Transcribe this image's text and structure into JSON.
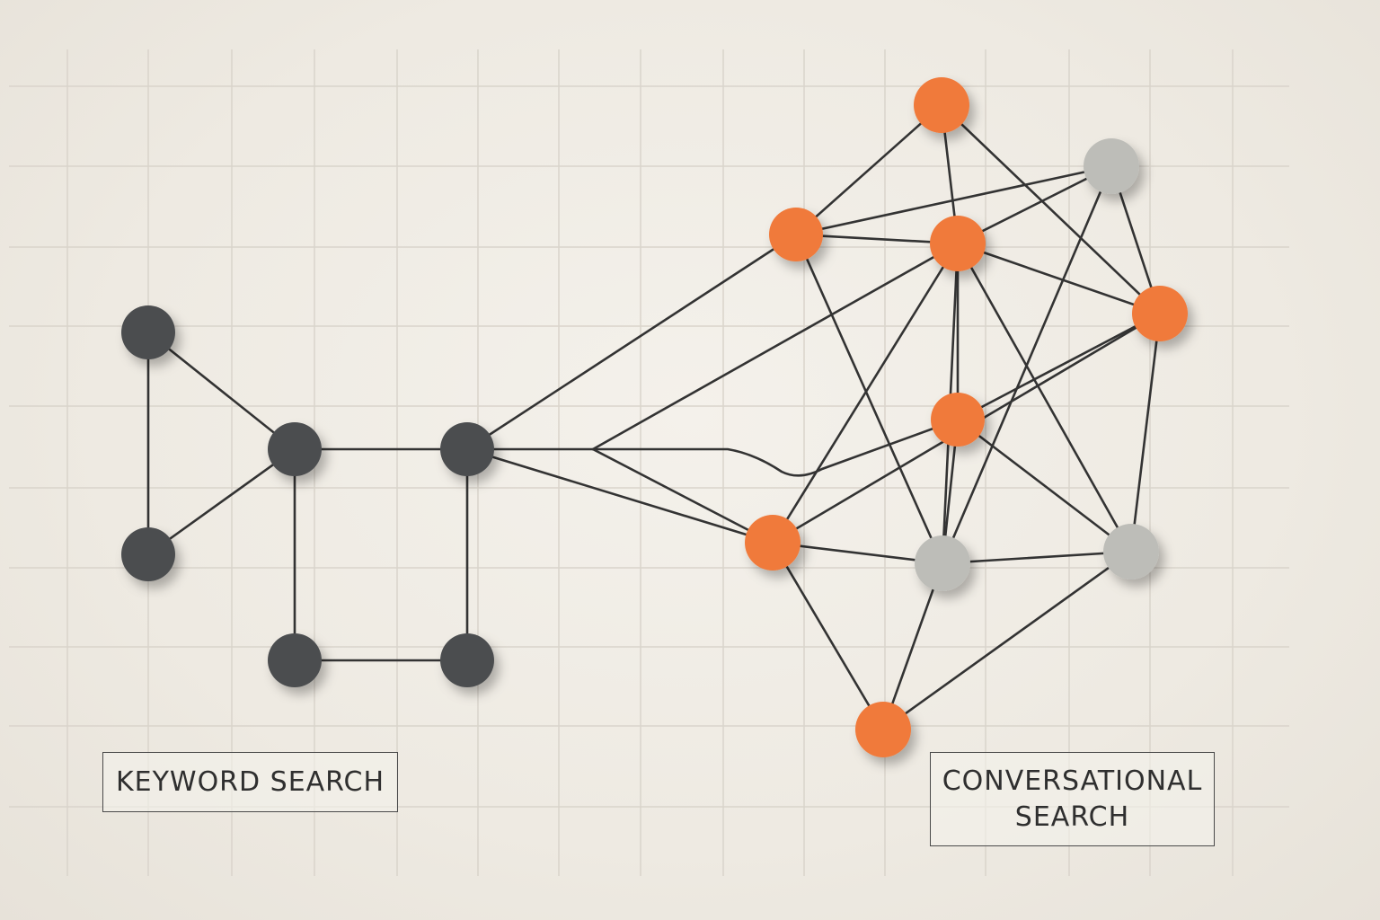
{
  "labels": {
    "keyword": "KEYWORD SEARCH",
    "conversational_line1": "CONVERSATIONAL",
    "conversational_line2": "SEARCH"
  },
  "colors": {
    "background": "#efebe3",
    "grid": "#d9d4cb",
    "edge": "#333333",
    "node_dark": "#4b4d50",
    "node_orange": "#f07a3a",
    "node_gray": "#bdbdb8"
  },
  "graphs": {
    "keyword_search": {
      "nodes": [
        {
          "id": "k1",
          "color": "node_dark"
        },
        {
          "id": "k2",
          "color": "node_dark"
        },
        {
          "id": "k3",
          "color": "node_dark"
        },
        {
          "id": "k4",
          "color": "node_dark"
        },
        {
          "id": "k5",
          "color": "node_dark"
        },
        {
          "id": "k6",
          "color": "node_dark"
        }
      ],
      "edges": [
        [
          "k1",
          "k2"
        ],
        [
          "k1",
          "k3"
        ],
        [
          "k2",
          "k3"
        ],
        [
          "k3",
          "k4"
        ],
        [
          "k3",
          "k5"
        ],
        [
          "k4",
          "k6"
        ],
        [
          "k5",
          "k6"
        ]
      ]
    },
    "conversational_search": {
      "nodes": [
        {
          "id": "c_top",
          "color": "node_orange"
        },
        {
          "id": "c_left",
          "color": "node_orange"
        },
        {
          "id": "c_center",
          "color": "node_orange"
        },
        {
          "id": "c_gray_top",
          "color": "node_gray"
        },
        {
          "id": "c_right",
          "color": "node_orange"
        },
        {
          "id": "c_mid",
          "color": "node_orange"
        },
        {
          "id": "c_lowleft",
          "color": "node_orange"
        },
        {
          "id": "c_gray_mid",
          "color": "node_gray"
        },
        {
          "id": "c_gray_right",
          "color": "node_gray"
        },
        {
          "id": "c_bottom",
          "color": "node_orange"
        }
      ],
      "edges": [
        [
          "c_top",
          "c_left"
        ],
        [
          "c_top",
          "c_center"
        ],
        [
          "c_top",
          "c_right"
        ],
        [
          "c_left",
          "c_center"
        ],
        [
          "c_left",
          "c_gray_mid"
        ],
        [
          "c_center",
          "c_gray_top"
        ],
        [
          "c_center",
          "c_right"
        ],
        [
          "c_center",
          "c_mid"
        ],
        [
          "c_center",
          "c_lowleft"
        ],
        [
          "c_center",
          "c_gray_mid"
        ],
        [
          "c_center",
          "c_gray_right"
        ],
        [
          "c_gray_top",
          "c_left"
        ],
        [
          "c_gray_top",
          "c_right"
        ],
        [
          "c_gray_top",
          "c_gray_mid"
        ],
        [
          "c_right",
          "c_mid"
        ],
        [
          "c_right",
          "c_gray_right"
        ],
        [
          "c_right",
          "c_lowleft"
        ],
        [
          "c_mid",
          "c_gray_mid"
        ],
        [
          "c_mid",
          "c_gray_right"
        ],
        [
          "c_lowleft",
          "c_gray_mid"
        ],
        [
          "c_lowleft",
          "c_bottom"
        ],
        [
          "c_gray_mid",
          "c_gray_right"
        ],
        [
          "c_gray_mid",
          "c_bottom"
        ],
        [
          "c_gray_right",
          "c_bottom"
        ]
      ]
    },
    "bridge_edges": [
      [
        "k4",
        "c_left"
      ],
      [
        "k4",
        "c_lowleft"
      ],
      [
        "k4",
        "c_center"
      ],
      [
        "k4",
        "c_mid"
      ]
    ]
  }
}
